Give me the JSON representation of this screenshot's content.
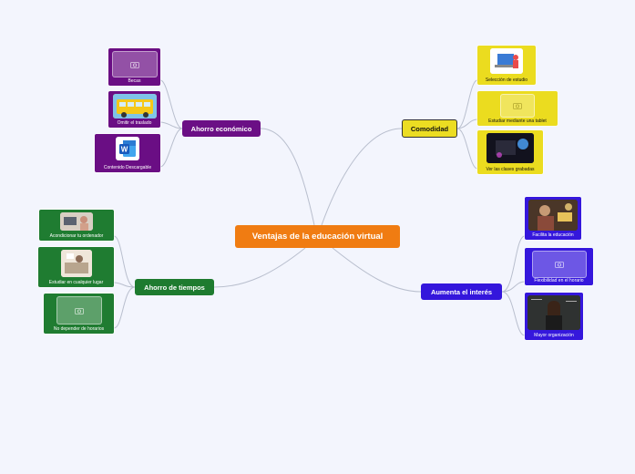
{
  "central": "Ventajas de la educación virtual",
  "branches": {
    "ahorro_economico": {
      "label": "Ahorro económico",
      "children": [
        "Becas",
        "Omitir el traslado",
        "Contenido Descargable"
      ]
    },
    "comodidad": {
      "label": "Comodidad",
      "children": [
        "Selección de estudio",
        "Estudiar mediante una tablet",
        "Ver las clases grabadas"
      ]
    },
    "ahorro_tiempos": {
      "label": "Ahorro de tiempos",
      "children": [
        "Acondicionar tu ordenador",
        "Estudiar en cualquier lugar",
        "No depender de horarios"
      ]
    },
    "aumenta_interes": {
      "label": "Aumenta el interés",
      "children": [
        "Facilita la educación",
        "Flexibilidad en el horario",
        "Mayor organización"
      ]
    }
  },
  "colors": {
    "central": "#f07c12",
    "purple": "#6b0f85",
    "green": "#1e7b2f",
    "blue": "#3416dc",
    "yellow": "#ecdd22",
    "connector": "#b9bfce"
  },
  "icons": [
    "camera-placeholder-icon",
    "word-document-icon",
    "school-bus-image",
    "computer-study-image",
    "video-class-image"
  ]
}
